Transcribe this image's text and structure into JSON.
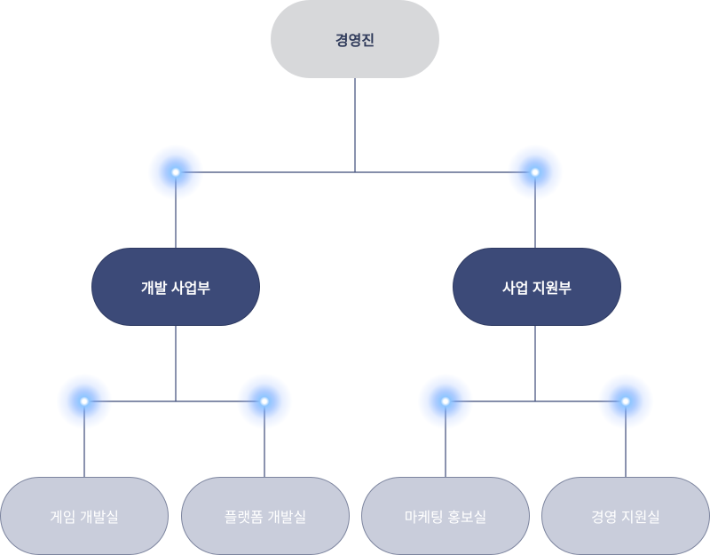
{
  "org_chart": {
    "root": {
      "label": "경영진"
    },
    "divisions": [
      {
        "label": "개발 사업부",
        "teams": [
          "게임 개발실",
          "플랫폼 개발실"
        ]
      },
      {
        "label": "사업 지원부",
        "teams": [
          "마케팅 홍보실",
          "경영 지원실"
        ]
      }
    ]
  },
  "colors": {
    "root_fill": "#d7d8da",
    "division_fill": "#3c4a78",
    "team_fill": "#c9cddb",
    "connector": "#3c4a78",
    "node_glow": "#8fc6ff"
  }
}
